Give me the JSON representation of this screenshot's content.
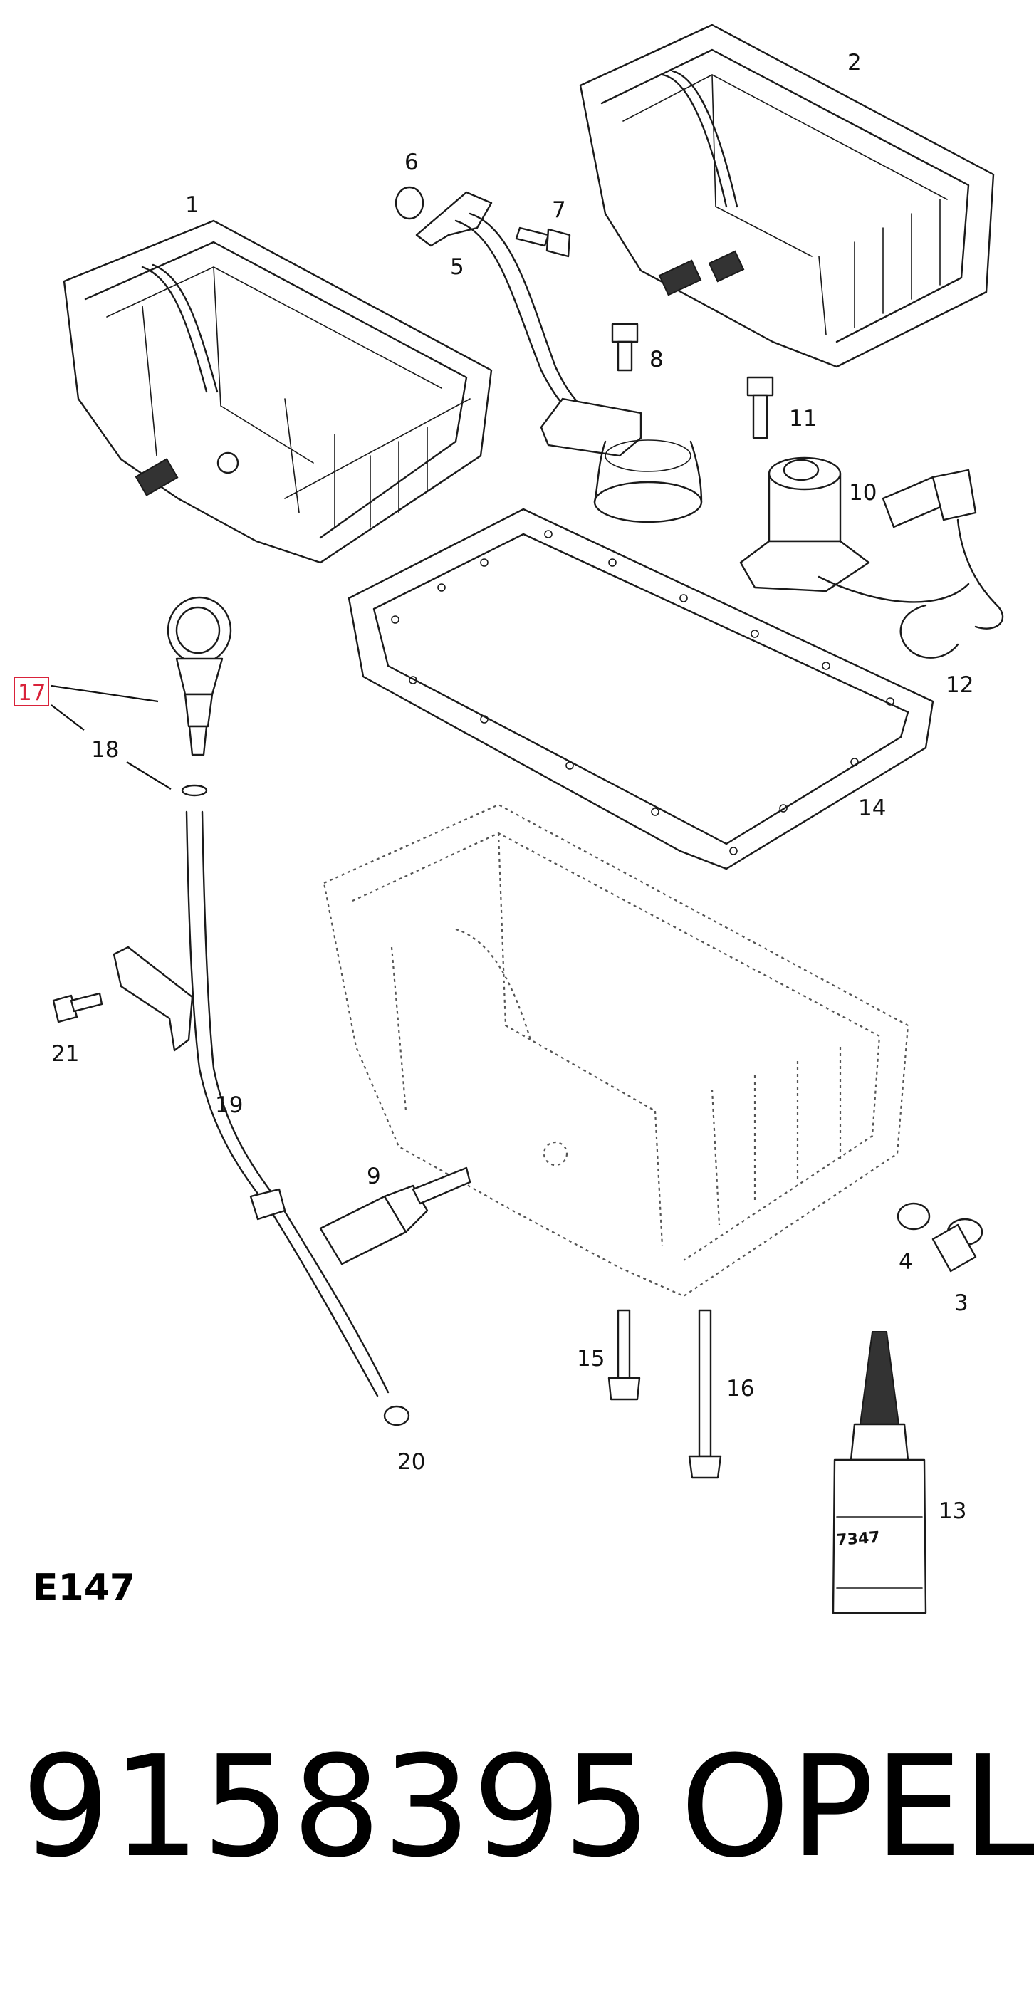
{
  "diagram": {
    "code": "E147",
    "callouts": [
      "1",
      "2",
      "3",
      "4",
      "5",
      "6",
      "7",
      "8",
      "9",
      "10",
      "11",
      "12",
      "13",
      "14",
      "15",
      "16",
      "17",
      "18",
      "19",
      "20",
      "21"
    ],
    "highlighted_callout": "17",
    "highlight_color": "#d9223a"
  },
  "part": {
    "number": "9158395",
    "brand": "OPEL"
  }
}
